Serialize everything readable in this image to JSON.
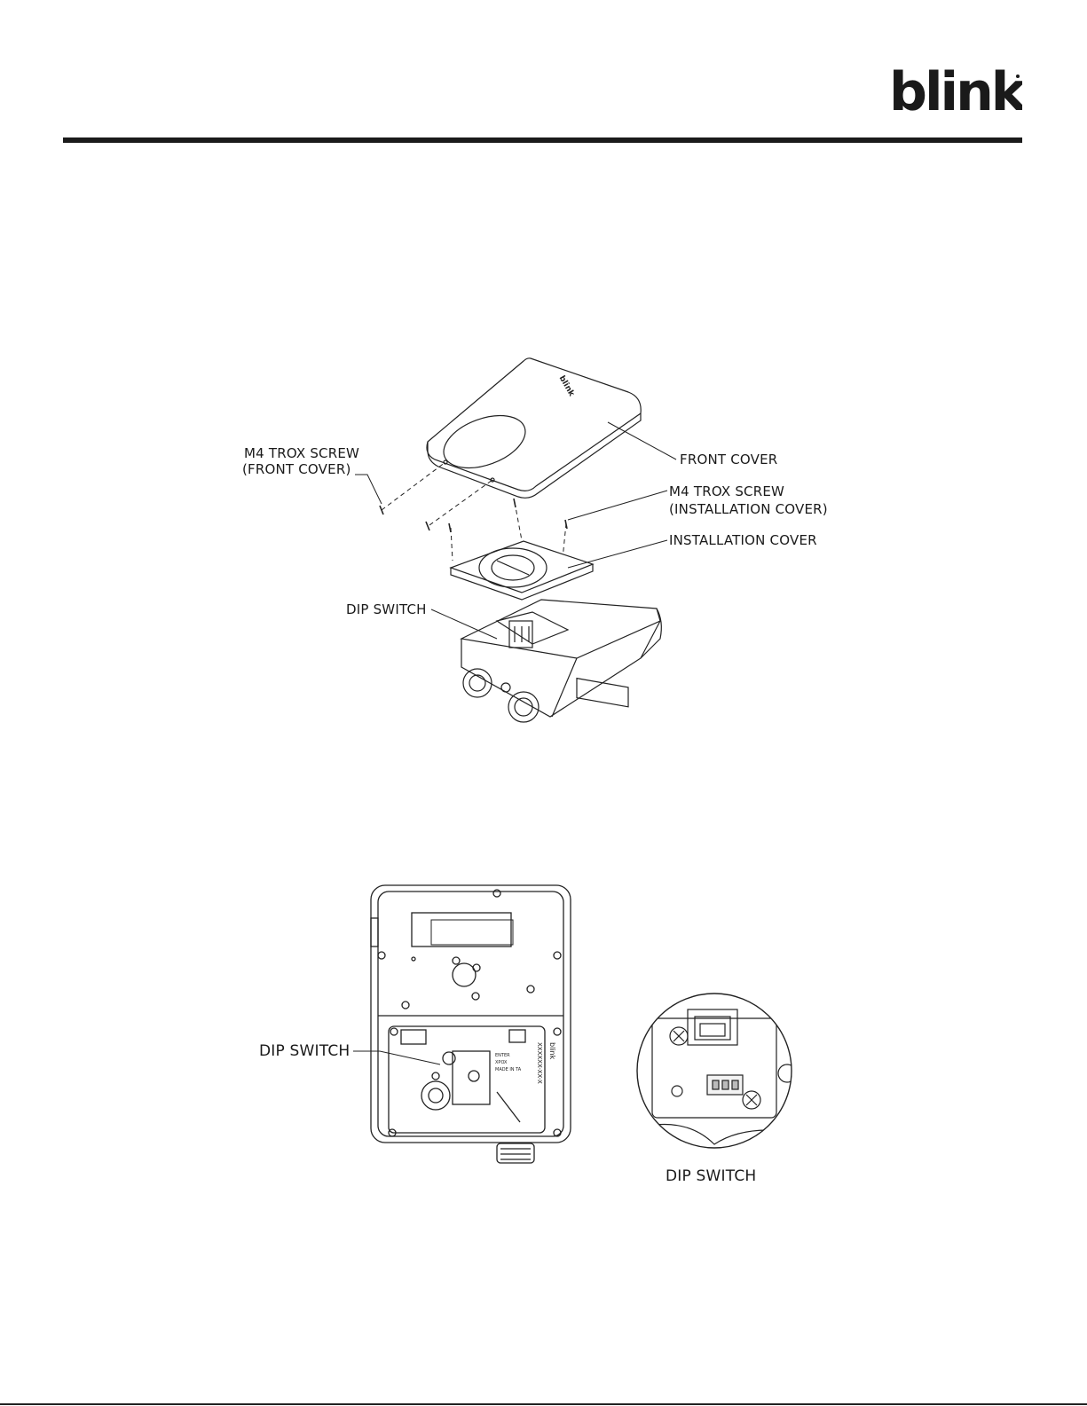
{
  "header": {
    "logo_text": "blink"
  },
  "figure1": {
    "labels": {
      "screw_front_line1": "M4 TROX SCREW",
      "screw_front_line2": "(FRONT COVER)",
      "front_cover": "FRONT COVER",
      "screw_install_line1": "M4 TROX SCREW",
      "screw_install_line2": "(INSTALLATION COVER)",
      "installation_cover": "INSTALLATION COVER",
      "dip_switch": "DIP SWITCH"
    },
    "cover_logo": "blink"
  },
  "figure2": {
    "labels": {
      "dip_switch_left": "DIP SWITCH",
      "dip_switch_detail": "DIP SWITCH"
    },
    "board_text": [
      "blink",
      "XXXXXX-XX-X",
      "ENTER",
      "XPOX",
      "MADE IN TA"
    ]
  }
}
